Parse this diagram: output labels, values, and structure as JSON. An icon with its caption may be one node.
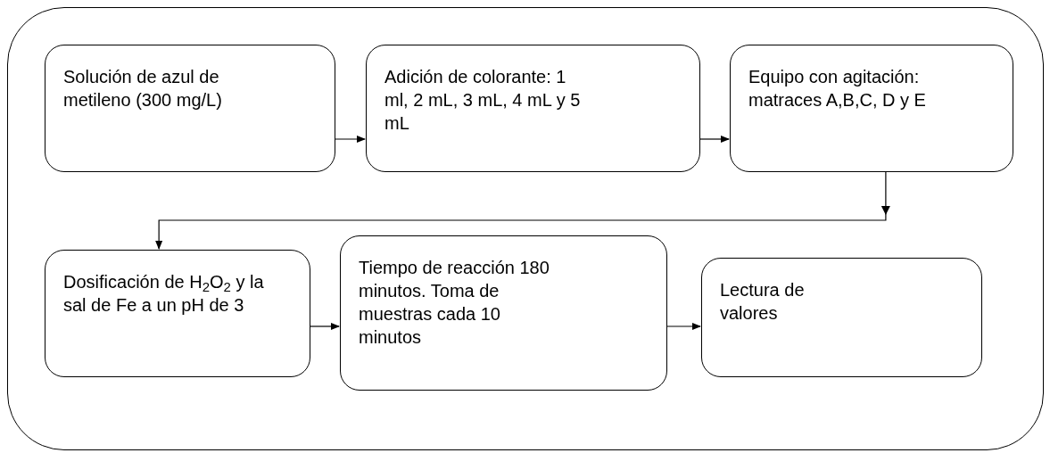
{
  "diagram": {
    "nodes": [
      {
        "text": [],
        "shape": "box"
      },
      {
        "text": [
          "Solución de azul de metileno (300 mg/L)"
        ],
        "in": 0
      },
      {
        "text": [
          "Adición de colorante: 1 ml, 2 mL, 3 mL, 4 mL y 5 mL"
        ],
        "in": 0
      },
      {
        "text": [
          "Equipo con agitación: matraces A,B,C, D y E"
        ],
        "in": 0
      },
      {
        "text": [
          "Dosificación de H$_{2}$O$_{2}$ y la sal de Fe a un pH de 3"
        ],
        "in": 0
      },
      {
        "text": [
          "Tiempo de reacción 180 minutos. Toma de muestras cada 10 minutos"
        ],
        "in": 0
      },
      {
        "text": [
          "Lectura de valores"
        ],
        "in": 0
      }
    ],
    "edges": [
      {
        "from": 1,
        "to": 2,
        "arrow": "to"
      },
      {
        "from": 2,
        "to": 3,
        "arrow": "to"
      },
      {
        "from": 3,
        "to": 4,
        "arrow": "to"
      },
      {
        "from": 4,
        "to": 5,
        "arrow": "to"
      },
      {
        "from": 5,
        "to": 6,
        "arrow": "to"
      }
    ]
  }
}
